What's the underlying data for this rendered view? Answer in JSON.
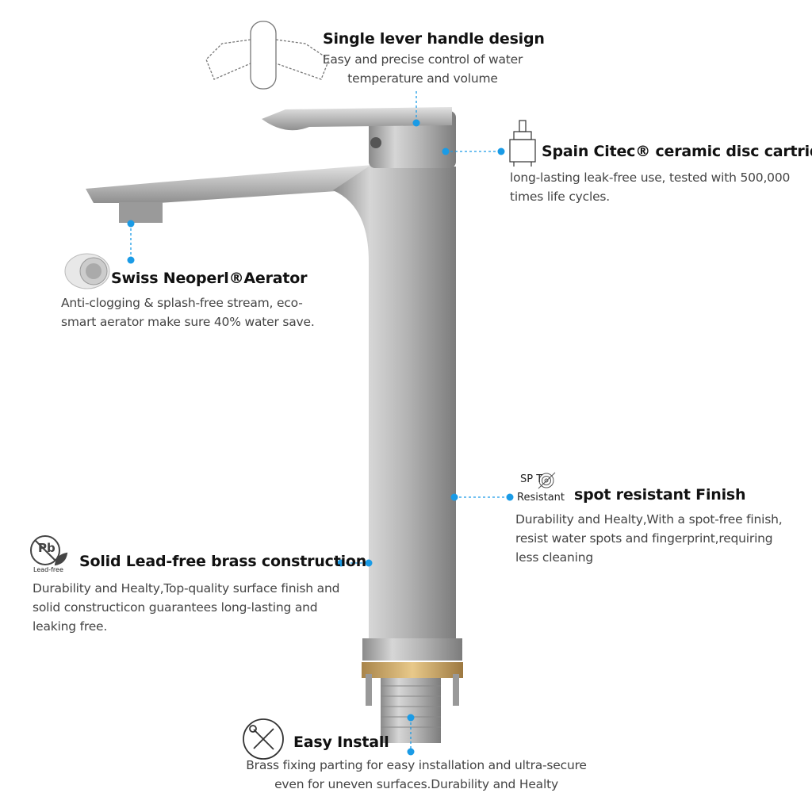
{
  "accent_color": "#1a9be6",
  "features": {
    "handle": {
      "title": "Single lever handle design",
      "lines": [
        "Easy and precise control of water",
        "temperature and volume"
      ]
    },
    "cartridge": {
      "title": "Spain Citec® ceramic disc cartridge",
      "lines": [
        "long-lasting leak-free use, tested with 500,000",
        "times life cycles."
      ]
    },
    "aerator": {
      "title": "Swiss Neoperl®Aerator",
      "lines": [
        "Anti-clogging & splash-free stream, eco-",
        "smart aerator make sure 40% water save."
      ]
    },
    "spot": {
      "title": "spot resistant Finish",
      "icon_top": "SP  T",
      "icon_bottom": "Resistant",
      "lines": [
        "Durability and Healty,With a spot-free finish,",
        "resist water spots and fingerprint,requiring",
        "less cleaning"
      ]
    },
    "lead": {
      "title": "Solid Lead-free brass construction",
      "icon_text": "Pb",
      "icon_label": "Lead-free",
      "lines": [
        "Durability and Healty,Top-quality surface finish and",
        "solid constructicon guarantees  long-lasting and",
        "leaking free."
      ]
    },
    "install": {
      "title": "Easy Install",
      "lines": [
        "Brass fixing parting for easy installation and ultra-secure",
        "even for uneven surfaces.Durability and Healty"
      ]
    }
  }
}
